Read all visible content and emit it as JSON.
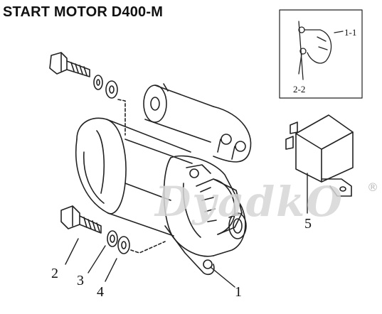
{
  "title": "START MOTOR D400-M",
  "inset": {
    "label_top": "1-1",
    "label_bottom": "2-2"
  },
  "callouts": {
    "c1": "1",
    "c2": "2",
    "c3": "3",
    "c4": "4",
    "c5": "5"
  },
  "watermark": {
    "text": "DyadkO",
    "mark": "®"
  }
}
